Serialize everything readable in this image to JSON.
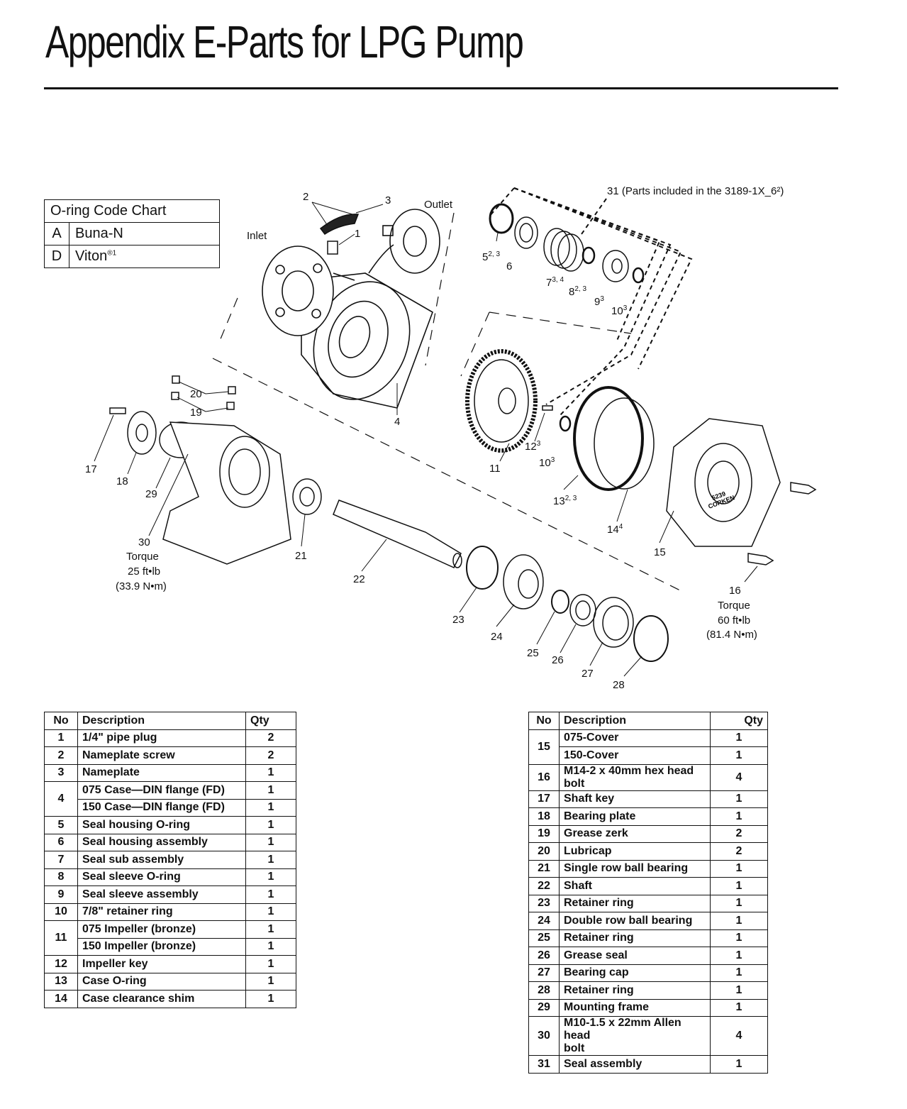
{
  "title": "Appendix E-Parts for LPG Pump",
  "oring_chart": {
    "header": "O-ring Code Chart",
    "rows": [
      {
        "code": "A",
        "material": "Buna-N"
      },
      {
        "code": "D",
        "material": "Viton",
        "sup": "®1"
      }
    ]
  },
  "diagram_labels": {
    "inlet": "Inlet",
    "outlet": "Outlet",
    "kit": "31 (Parts included in the 3189-1X_6²)",
    "p1": "1",
    "p2": "2",
    "p3": "3",
    "p4": "4",
    "p5": "5",
    "p5s": "2, 3",
    "p6": "6",
    "p7": "7",
    "p7s": "3, 4",
    "p8": "8",
    "p8s": "2, 3",
    "p9": "9",
    "p9s": "3",
    "p10a": "10",
    "p10as": "3",
    "p10b": "10",
    "p10bs": "3",
    "p11": "11",
    "p12": "12",
    "p12s": "3",
    "p13": "13",
    "p13s": "2, 3",
    "p14": "14",
    "p14s": "4",
    "p15": "15",
    "p16": "16",
    "torque16": "Torque",
    "torque16_ft": "60 ft•lb",
    "torque16_nm": "(81.4 N•m)",
    "p17": "17",
    "p18": "18",
    "p19": "19",
    "p20": "20",
    "p21": "21",
    "p22": "22",
    "p23": "23",
    "p24": "24",
    "p25": "25",
    "p26": "26",
    "p27": "27",
    "p28": "28",
    "p29": "29",
    "p30": "30",
    "torque30": "Torque",
    "torque30_ft": "25 ft•lb",
    "torque30_nm": "(33.9 N•m)",
    "cover_text1": "5239",
    "cover_text2": "CORKEN"
  },
  "table_headers": {
    "no": "No",
    "description": "Description",
    "qty": "Qty"
  },
  "parts_left": [
    {
      "no": "1",
      "desc": "1/4\" pipe plug",
      "qty": "2"
    },
    {
      "no": "2",
      "desc": "Nameplate screw",
      "qty": "2"
    },
    {
      "no": "3",
      "desc": "Nameplate",
      "qty": "1"
    },
    {
      "no": "4",
      "desc": "075 Case—DIN flange (FD)",
      "qty": "1",
      "desc2": "150 Case—DIN flange (FD)",
      "qty2": "1"
    },
    {
      "no": "5",
      "desc": "Seal housing O-ring",
      "qty": "1"
    },
    {
      "no": "6",
      "desc": "Seal housing assembly",
      "qty": "1"
    },
    {
      "no": "7",
      "desc": "Seal sub assembly",
      "qty": "1"
    },
    {
      "no": "8",
      "desc": "Seal sleeve O-ring",
      "qty": "1"
    },
    {
      "no": "9",
      "desc": "Seal sleeve assembly",
      "qty": "1"
    },
    {
      "no": "10",
      "desc": "7/8\" retainer ring",
      "qty": "1"
    },
    {
      "no": "11",
      "desc": "075 Impeller (bronze)",
      "qty": "1",
      "desc2": "150 Impeller (bronze)",
      "qty2": "1"
    },
    {
      "no": "12",
      "desc": "Impeller key",
      "qty": "1"
    },
    {
      "no": "13",
      "desc": "Case O-ring",
      "qty": "1"
    },
    {
      "no": "14",
      "desc": "Case clearance shim",
      "qty": "1"
    }
  ],
  "parts_right": [
    {
      "no": "15",
      "desc": "075-Cover",
      "qty": "1",
      "desc2": "150-Cover",
      "qty2": "1"
    },
    {
      "no": "16",
      "desc": "M14-2 x 40mm hex head",
      "desc_b": "bolt",
      "qty": "4"
    },
    {
      "no": "17",
      "desc": "Shaft key",
      "qty": "1"
    },
    {
      "no": "18",
      "desc": "Bearing plate",
      "qty": "1"
    },
    {
      "no": "19",
      "desc": "Grease zerk",
      "qty": "2"
    },
    {
      "no": "20",
      "desc": "Lubricap",
      "qty": "2"
    },
    {
      "no": "21",
      "desc": "Single row ball bearing",
      "qty": "1"
    },
    {
      "no": "22",
      "desc": "Shaft",
      "qty": "1"
    },
    {
      "no": "23",
      "desc": "Retainer ring",
      "qty": "1"
    },
    {
      "no": "24",
      "desc": "Double row ball bearing",
      "qty": "1"
    },
    {
      "no": "25",
      "desc": "Retainer ring",
      "qty": "1"
    },
    {
      "no": "26",
      "desc": "Grease seal",
      "qty": "1"
    },
    {
      "no": "27",
      "desc": "Bearing cap",
      "qty": "1"
    },
    {
      "no": "28",
      "desc": "Retainer ring",
      "qty": "1"
    },
    {
      "no": "29",
      "desc": "Mounting frame",
      "qty": "1"
    },
    {
      "no": "30",
      "desc": "M10-1.5 x 22mm Allen head",
      "desc_b": "bolt",
      "qty": "4"
    },
    {
      "no": "31",
      "desc": "Seal assembly",
      "qty": "1"
    }
  ]
}
